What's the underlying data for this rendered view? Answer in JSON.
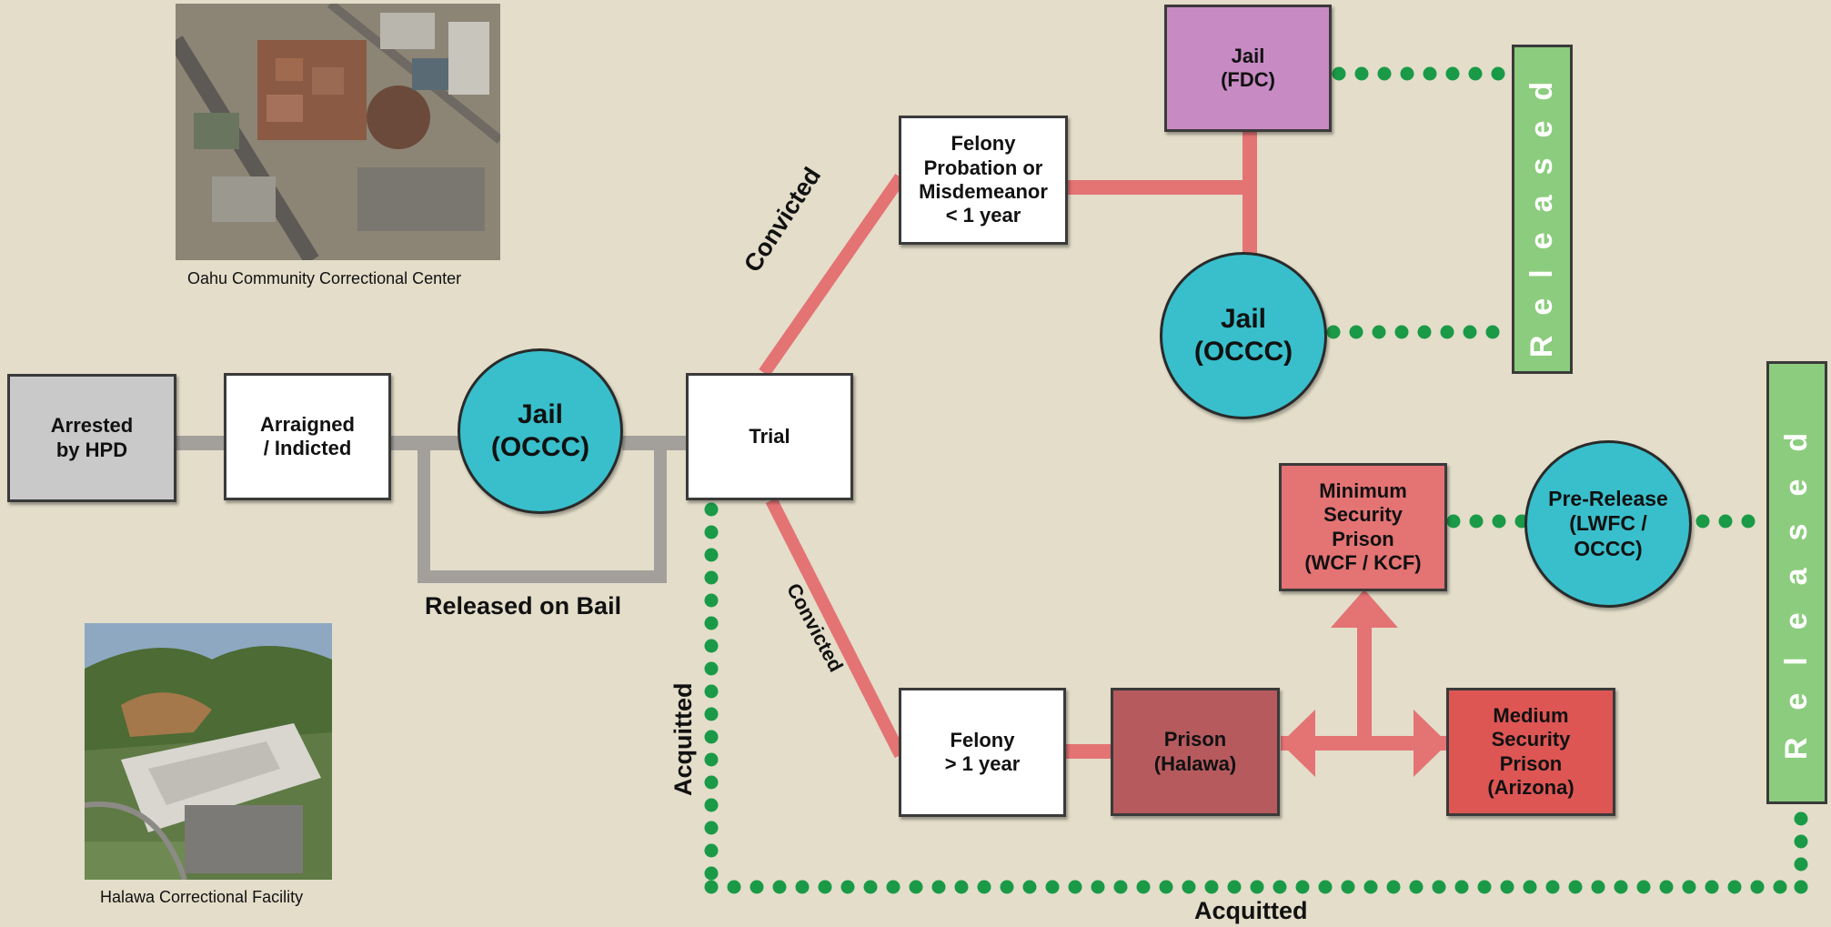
{
  "photos": {
    "occc_caption": "Oahu Community Correctional Center",
    "halawa_caption": "Halawa Correctional Facility"
  },
  "boxes": {
    "arrested": "Arrested\nby HPD",
    "arraigned": "Arraigned\n/ Indicted",
    "trial": "Trial",
    "felony_probation": "Felony\nProbation or\nMisdemeanor\n< 1 year",
    "jail_fdc": "Jail\n(FDC)",
    "felony_long": "Felony\n> 1 year",
    "prison_halawa": "Prison\n(Halawa)",
    "min_security": "Minimum\nSecurity\nPrison\n(WCF / KCF)",
    "medium_security": "Medium\nSecurity\nPrison\n(Arizona)"
  },
  "circles": {
    "jail_occc_left": "Jail\n(OCCC)",
    "jail_occc_right": "Jail\n(OCCC)",
    "pre_release": "Pre-Release\n(LWFC /\nOCCC)"
  },
  "released": {
    "top": "Released",
    "right": "Released"
  },
  "labels": {
    "released_on_bail": "Released on Bail",
    "convicted_upper": "Convicted",
    "convicted_lower": "Convicted",
    "acquitted_vertical": "Acquitted",
    "acquitted_bottom": "Acquitted"
  },
  "colors": {
    "background": "#e3ddc9",
    "gray_connector": "#a3a09b",
    "red_connector": "#e47374",
    "green_dots": "#1a9a47",
    "teal_circle": "#38bfcb",
    "released_green": "#8ccc7e"
  }
}
